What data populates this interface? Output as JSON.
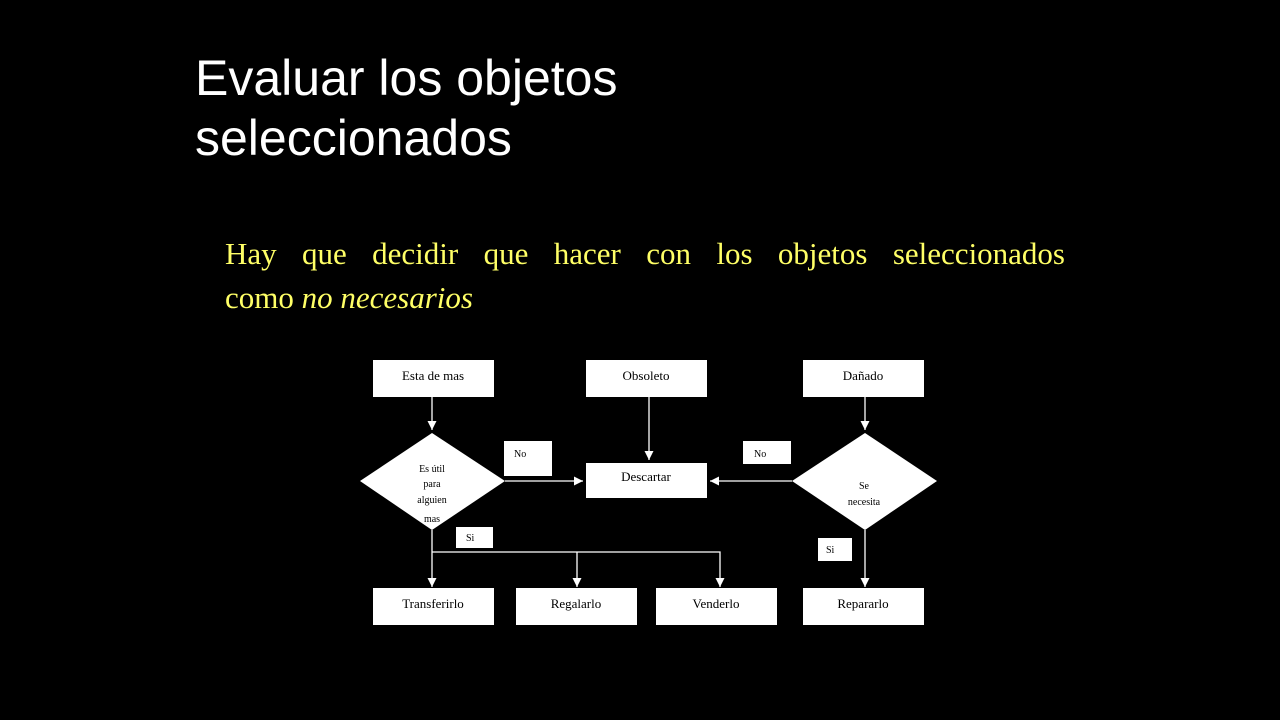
{
  "slide": {
    "title_line1": "Evaluar los objetos",
    "title_line2": "seleccionados",
    "subtitle_line1": "Hay que decidir que hacer con los objetos seleccionados",
    "subtitle_line2_plain": "como ",
    "subtitle_line2_italic": "no necesarios"
  },
  "diagram": {
    "esta_de_mas": "Esta de mas",
    "obsoleto": "Obsoleto",
    "danado": "Dañado",
    "descartar": "Descartar",
    "es_util_1": "Es útil",
    "es_util_2": "para",
    "es_util_3": "alguien",
    "es_util_4": "mas",
    "se_necesita_1": "Se",
    "se_necesita_2": "necesita",
    "no_left": "No",
    "no_right": "No",
    "si_left": "Si",
    "si_right": "Si",
    "transferirlo": "Transferirlo",
    "regalarlo": "Regalarlo",
    "venderlo": "Venderlo",
    "repararlo": "Repararlo"
  },
  "colors": {
    "background": "#000000",
    "title": "#ffffff",
    "subtitle": "#ffff66",
    "box_fill": "#ffffff",
    "line": "#ffffff"
  }
}
